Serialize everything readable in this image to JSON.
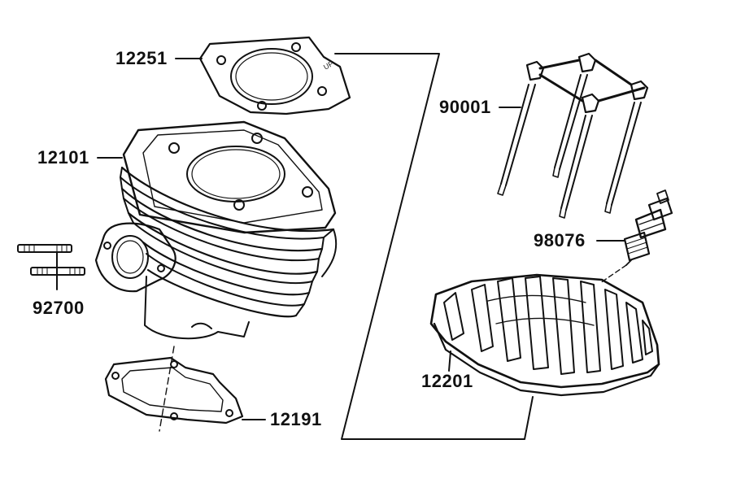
{
  "parts": {
    "gasket_head": "12251",
    "cylinder": "12101",
    "studs": "92700",
    "gasket_base": "12191",
    "bolts": "90001",
    "spark_plug": "98076",
    "cylinder_head": "12201"
  },
  "gasket_stamp": "UP",
  "colors": {
    "line": "#111111",
    "background": "#ffffff"
  }
}
